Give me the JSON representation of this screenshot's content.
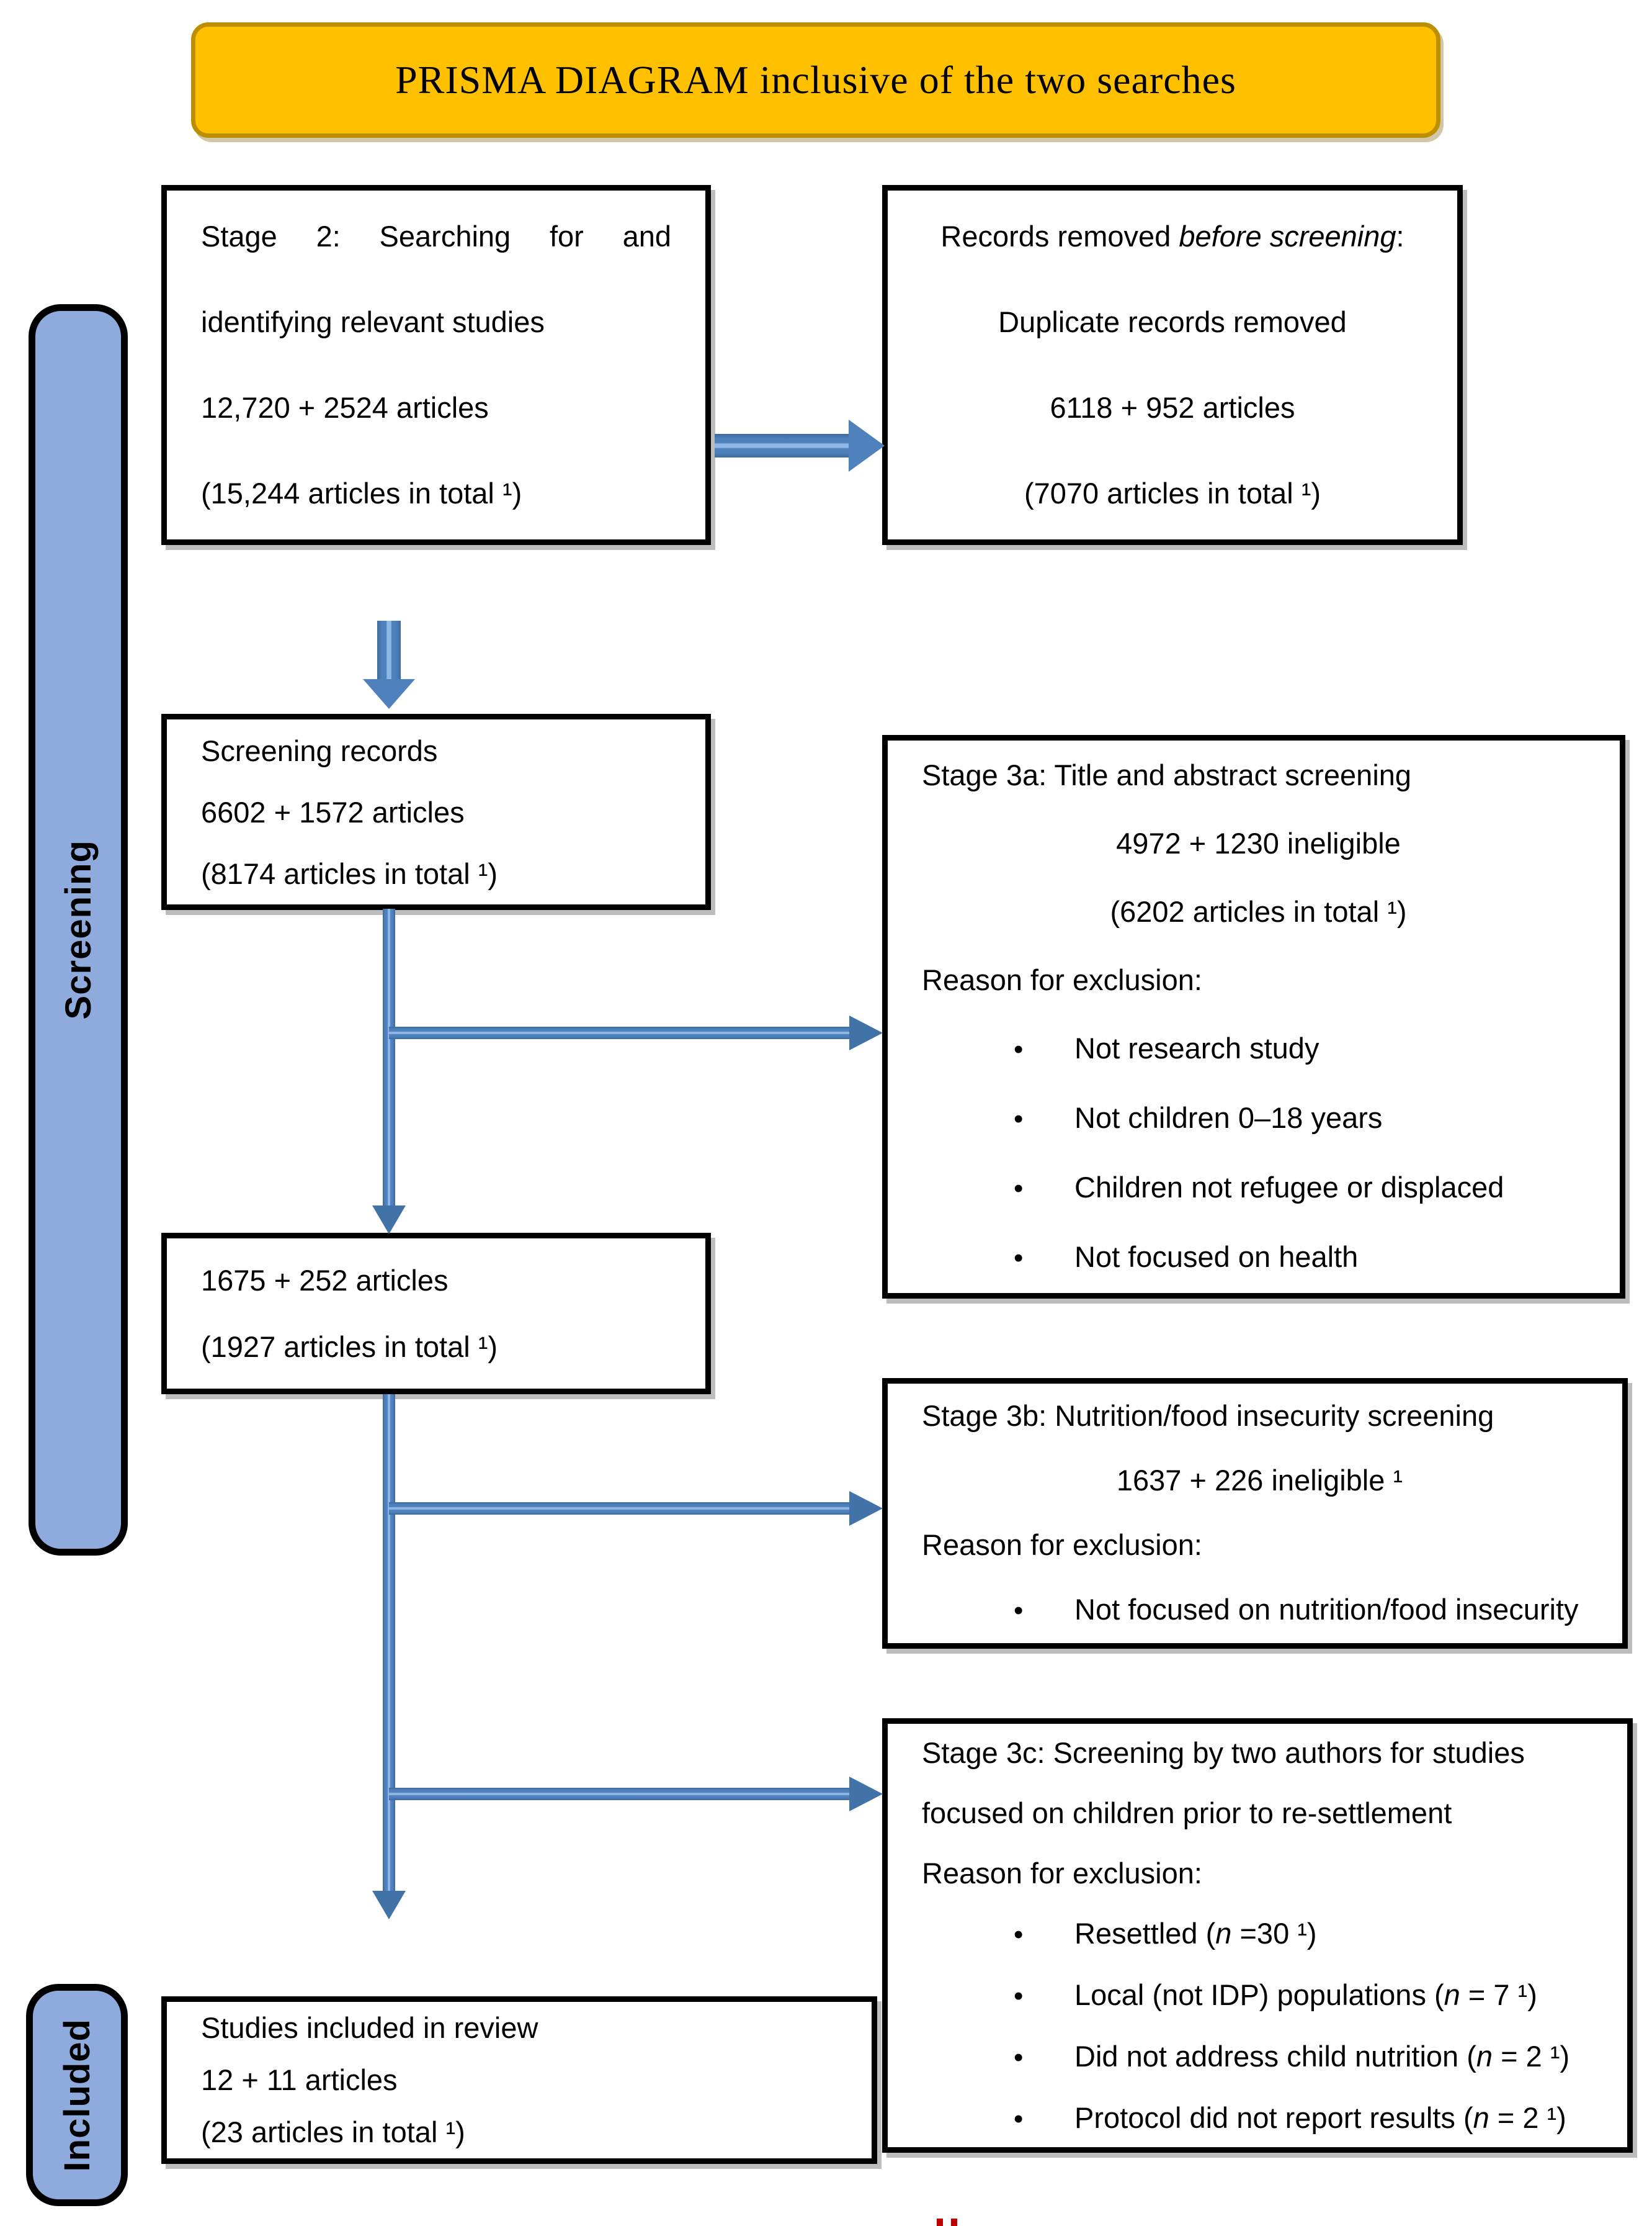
{
  "title": {
    "text": "PRISMA DIAGRAM inclusive of the two searches"
  },
  "sidebar": {
    "screening": "Screening",
    "included": "Included"
  },
  "ui": {
    "bullet": "•"
  },
  "colors": {
    "banner_fill": "#FFC000",
    "banner_border": "#BC8F00",
    "sidebar_fill": "#8FAADC",
    "box_border": "#000000",
    "arrow_blue": "#4F81BD",
    "arrow_highlight": "#8FB7E4",
    "page_marker_red": "#C00000"
  },
  "boxes": {
    "stage2": {
      "line1": "Stage 2: Searching for and",
      "line2": "identifying relevant studies",
      "line3": "12,720 + 2524 articles",
      "line4": "(15,244 articles in total ¹)"
    },
    "removed": {
      "line1_pre": "Records removed ",
      "line1_italic": "before screening",
      "line1_post": ":",
      "line2": "Duplicate records removed",
      "line3": "6118 + 952 articles",
      "line4": "(7070 articles in total ¹)"
    },
    "screening_records": {
      "line1": "Screening records",
      "line2": "6602 + 1572 articles",
      "line3": "(8174 articles in total ¹)"
    },
    "stage3a": {
      "title": "Stage 3a: Title and abstract screening",
      "count": "4972 + 1230 ineligible",
      "total": "(6202 articles in total ¹)",
      "reason_label": "Reason for exclusion:",
      "bullets": [
        "Not research study",
        "Not children 0–18 years",
        "Children not refugee or displaced",
        "Not focused on health"
      ]
    },
    "after3a": {
      "line1": "1675 + 252 articles",
      "line2": "(1927 articles in total ¹)"
    },
    "stage3b": {
      "title": "Stage 3b: Nutrition/food insecurity screening",
      "count": "1637 + 226 ineligible ¹",
      "reason_label": "Reason for exclusion:",
      "bullets": [
        "Not focused on nutrition/food insecurity"
      ]
    },
    "stage3c": {
      "title_line1": "Stage 3c: Screening by two authors for studies",
      "title_line2": "focused on children prior to re-settlement",
      "reason_label": "Reason for exclusion:",
      "bullets": [
        {
          "pre": "Resettled (",
          "n": "n",
          "post": " =30 ¹)"
        },
        {
          "pre": "Local (not IDP) populations (",
          "n": "n",
          "post": " = 7 ¹)"
        },
        {
          "pre": "Did not address child nutrition (",
          "n": "n",
          "post": " = 2 ¹)"
        },
        {
          "pre": "Protocol did not report results (",
          "n": "n",
          "post": " = 2 ¹)"
        }
      ]
    },
    "included": {
      "line1": "Studies included in review",
      "line2": "12 + 11 articles",
      "line3": "(23 articles in total ¹)"
    }
  }
}
